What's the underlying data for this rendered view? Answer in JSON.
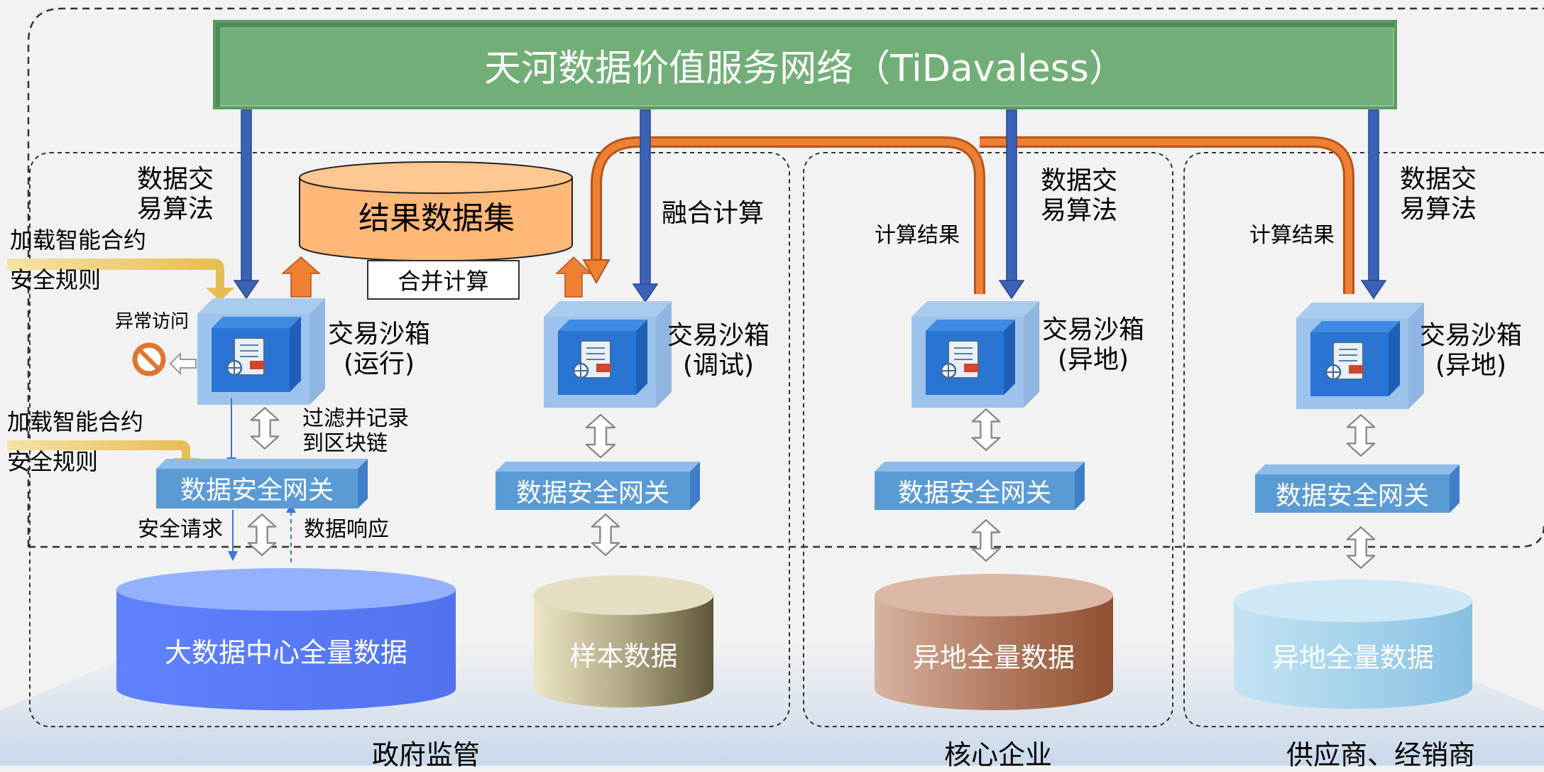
{
  "title": "天河数据价值服务网络（TiDavaless）",
  "result_dataset": {
    "label": "结果数据集",
    "merge_label": "合并计算"
  },
  "gov_col": {
    "algo_label": "数据交\n易算法",
    "smart_contract_top": "加载智能合约",
    "security_rule_top": "安全规则",
    "abnormal_access": "异常访问",
    "sandbox_label": "交易沙箱\n(运行)",
    "filter_label": "过滤并记录\n到区块链",
    "smart_contract_bottom": "加载智能合约",
    "security_rule_bottom": "安全规则",
    "gateway_label": "数据安全网关",
    "security_request": "安全请求",
    "data_response": "数据响应",
    "data_label": "大数据中心全量数据"
  },
  "debug_col": {
    "fusion_label": "融合计算",
    "sandbox_label": "交易沙箱\n(调试)",
    "gateway_label": "数据安全网关",
    "data_label": "样本数据"
  },
  "core_col": {
    "algo_label": "数据交\n易算法",
    "compute_result": "计算结果",
    "sandbox_label": "交易沙箱\n(异地)",
    "gateway_label": "数据安全网关",
    "data_label": "异地全量数据"
  },
  "supplier_col": {
    "algo_label": "数据交\n易算法",
    "compute_result": "计算结果",
    "sandbox_label": "交易沙箱\n(异地)",
    "gateway_label": "数据安全网关",
    "data_label": "异地全量数据"
  },
  "sections": {
    "government": "政府监管",
    "core_enterprise": "核心企业",
    "suppliers": "供应商、经销商"
  },
  "colors": {
    "banner": "#72ae78",
    "arrow_blue": "#3b62b6",
    "arrow_orange": "#e8762c",
    "gateway": "#5b9bd5",
    "cyl_blue": "#5b7bf8",
    "cyl_khaki": "#9c9272",
    "cyl_brown": "#b98066",
    "cyl_light": "#9fd0ea",
    "band_gold": "#e8c05a"
  }
}
